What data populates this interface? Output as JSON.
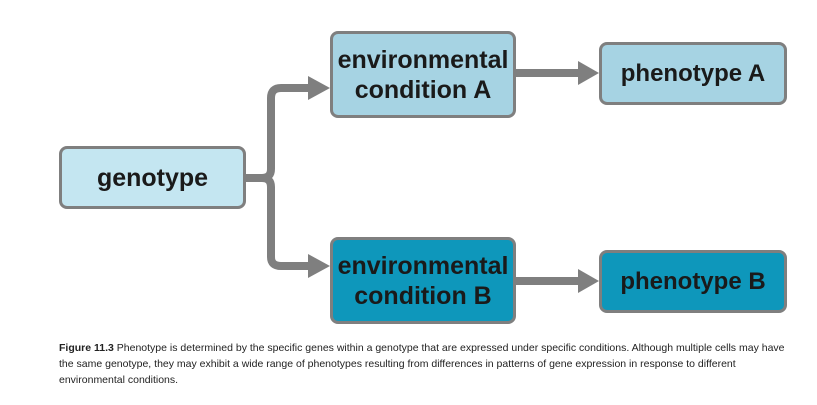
{
  "colors": {
    "connector": "#7f7f7f",
    "node_light": "#a6d3e3",
    "node_genotype": "#c4e6f1",
    "node_dark": "#0e97bb"
  },
  "nodes": {
    "genotype": "genotype",
    "env_a_line1": "environmental",
    "env_a_line2": "condition A",
    "env_b_line1": "environmental",
    "env_b_line2": "condition B",
    "phenotype_a": "phenotype A",
    "phenotype_b": "phenotype B"
  },
  "caption": {
    "label": "Figure 11.3",
    "text": " Phenotype is determined by the specific genes within a genotype that are expressed under specific conditions. Although multiple cells may have the same genotype, they may exhibit a wide range of phenotypes resulting from differences in patterns of gene expression in response to different environmental conditions."
  }
}
